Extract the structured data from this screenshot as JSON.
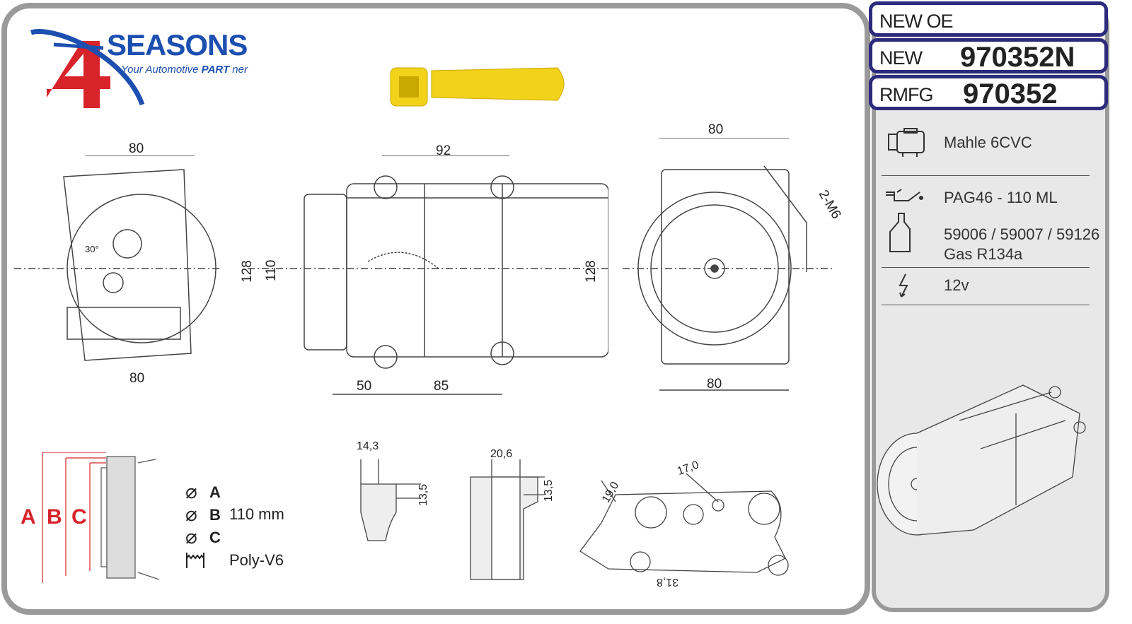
{
  "logo": {
    "brand": "SEASONS",
    "number": "4",
    "tagline_prefix": "Your Automotive ",
    "tagline_bold": "PART",
    "tagline_suffix": " ner"
  },
  "codes": [
    {
      "label": "NEW OE",
      "value": ""
    },
    {
      "label": "NEW",
      "value": "970352N"
    },
    {
      "label": "RMFG",
      "value": "970352"
    }
  ],
  "specs": {
    "compressor": {
      "icon": "compressor-icon",
      "text": "Mahle 6CVC"
    },
    "oil": {
      "icon": "oil-can-icon",
      "text": "PAG46 - 110 ML"
    },
    "oil_refs": {
      "icon": "oil-bottle-icon",
      "text": "59006 / 59007 / 59126",
      "gas": "Gas R134a"
    },
    "voltage": {
      "icon": "lightning-icon",
      "text": "12v"
    }
  },
  "dimensions": {
    "side_view": {
      "top": "80",
      "bottom": "80",
      "angle": "30°"
    },
    "front_view": {
      "top": "92",
      "height_outer": "128",
      "height_inner": "110",
      "bottom_left": "50",
      "bottom_right": "85",
      "height_right": "128"
    },
    "rear_view": {
      "top": "80",
      "bottom": "80",
      "thread": "2-M6"
    },
    "port1": {
      "width": "14,3",
      "height": "13,5"
    },
    "port2": {
      "width": "20,6",
      "height": "13,5"
    },
    "manifold": {
      "a": "19,0",
      "b": "17,0",
      "c": "31,8"
    }
  },
  "pulley": {
    "labels": [
      "A",
      "B",
      "C"
    ],
    "diameter_a": "A",
    "diameter_b": "B",
    "diameter_c": "C",
    "diameter_value": "110 mm",
    "belt_type": "Poly-V6"
  },
  "colors": {
    "navy": "#2c2a7c",
    "frame": "#9a9a9a",
    "red": "#d8232a",
    "blue": "#1c4fb0",
    "yellow": "#f3d21a"
  }
}
